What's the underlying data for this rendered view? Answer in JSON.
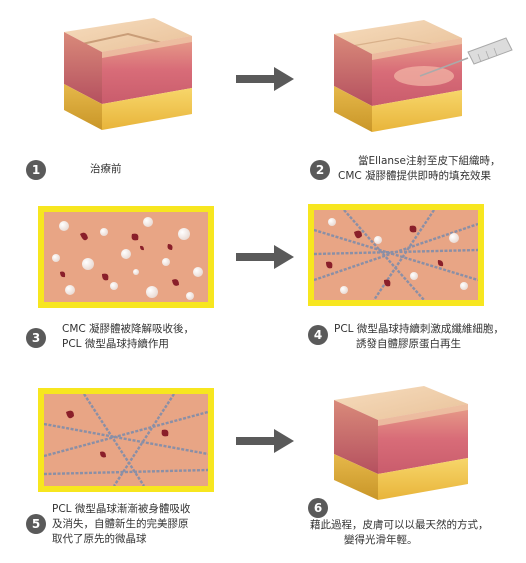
{
  "steps": [
    {
      "number": "1",
      "lines": [
        "治療前"
      ]
    },
    {
      "number": "2",
      "lines": [
        "當Ellanse注射至皮下組織時，",
        "CMC 凝膠體提供即時的填充效果"
      ]
    },
    {
      "number": "3",
      "lines": [
        "CMC 凝膠體被降解吸收後，",
        "PCL 微型晶球持續作用"
      ]
    },
    {
      "number": "4",
      "lines": [
        "PCL 微型晶球持續刺激成纖維細胞，",
        "誘發自體膠原蛋白再生"
      ]
    },
    {
      "number": "5",
      "lines": [
        "PCL 微型晶球漸漸被身體吸收",
        "及消失，自體新生的完美膠原",
        "取代了原先的微晶球"
      ]
    },
    {
      "number": "6",
      "lines": [
        "藉此過程，皮膚可以以最天然的方式，",
        "變得光滑年輕。"
      ]
    }
  ],
  "colors": {
    "frame": "#f7e61f",
    "tissue": "#e9a988",
    "arrow": "#5a5a5a",
    "skin_top": "#f2d2b0",
    "dermis": "#d9707a",
    "fat": "#f0c24a"
  }
}
